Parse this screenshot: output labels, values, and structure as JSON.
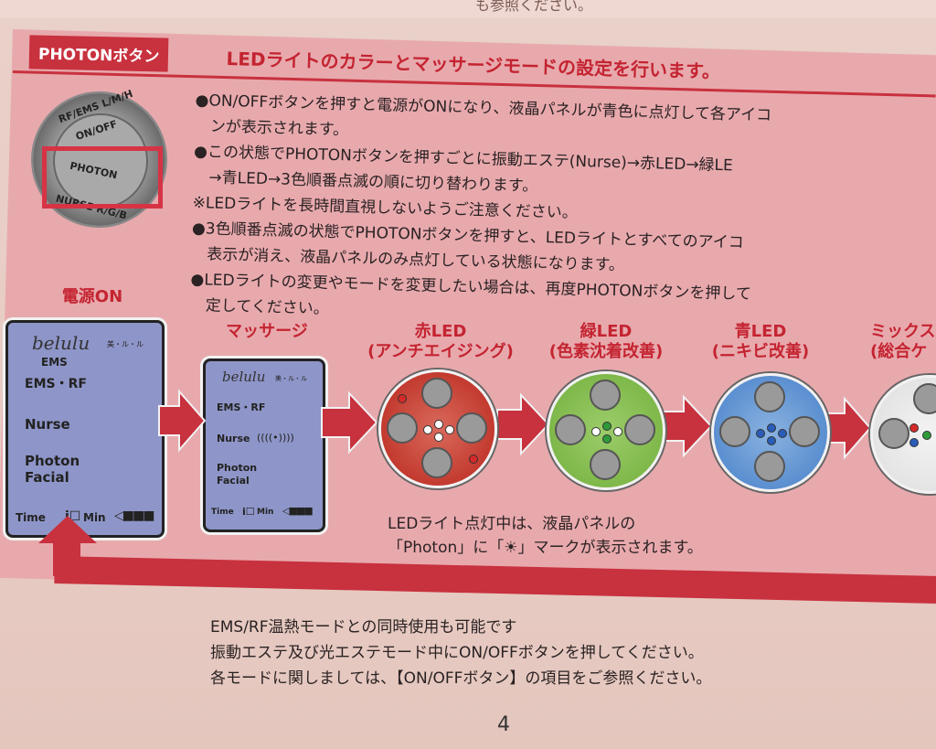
{
  "top_cut_text": "も参照ください。",
  "section": {
    "tag": "PHOTONボタン",
    "description": "LEDライトのカラーとマッサージモードの設定を行います。"
  },
  "dial": {
    "top": "RF/EMS L/M/H",
    "middle": "ON/OFF",
    "center": "PHOTON",
    "bottom": "NURSE R/G/B"
  },
  "bullets": [
    "●ON/OFFボタンを押すと電源がONになり、液晶パネルが青色に点灯して各アイコ",
    "　ンが表示されます。",
    "●この状態でPHOTONボタンを押すごとに振動エステ(Nurse)→赤LED→緑LE",
    "　→青LED→3色順番点滅の順に切り替わります。",
    "※LEDライトを長時間直視しないようご注意ください。",
    "●3色順番点滅の状態でPHOTONボタンを押すと、LEDライトとすべてのアイコ",
    "　表示が消え、液晶パネルのみ点灯している状態になります。",
    "●LEDライトの変更やモードを変更したい場合は、再度PHOTONボタンを押して",
    "　定してください。"
  ],
  "steps": {
    "power_on": "電源ON",
    "massage": "マッサージ",
    "red": [
      "赤LED",
      "(アンチエイジング)"
    ],
    "green": [
      "緑LED",
      "(色素沈着改善)"
    ],
    "blue": [
      "青LED",
      "(ニキビ改善)"
    ],
    "mix": [
      "ミックス",
      "(総合ケ"
    ]
  },
  "lcd_large": {
    "brand": "belulu",
    "brand_sub": "美・ル・ル",
    "ems": "EMS",
    "emsrf": "EMS・RF",
    "nurse": "Nurse",
    "photon": "Photon",
    "facial": "Facial",
    "time": "Time",
    "min": "Min"
  },
  "lcd_small": {
    "brand": "belulu",
    "brand_sub": "美・ル・ル",
    "emsrf": "EMS・RF",
    "nurse": "Nurse",
    "vibe": "((((•))))",
    "photon": "Photon",
    "facial": "Facial",
    "time": "Time",
    "min": "Min"
  },
  "note": [
    "LEDライト点灯中は、液晶パネルの",
    "「Photon」に「☀」マークが表示されます。"
  ],
  "bottom_text": [
    "EMS/RF温熱モードとの同時使用も可能です",
    "振動エステ及び光エステモード中にON/OFFボタンを押してください。",
    "各モードに関しましては、【ON/OFFボタン】の項目をご参照ください。"
  ],
  "page_number": "4",
  "colors": {
    "accent_red": "#c8313e",
    "panel_pink": "#e8a9ad",
    "lcd_blue": "#8e95c8",
    "led_red": "#c33a2f",
    "led_green": "#7fb84a",
    "led_blue": "#5b8fd0"
  }
}
